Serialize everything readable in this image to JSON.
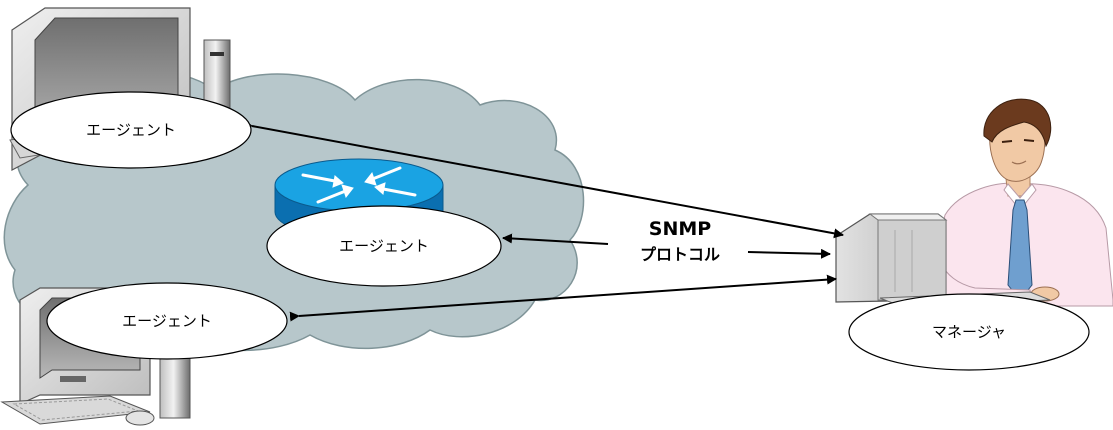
{
  "diagram": {
    "agent_top_label": "エージェント",
    "agent_router_label": "エージェント",
    "agent_bottom_label": "エージェント",
    "manager_label": "マネージャ",
    "protocol_line1": "SNMP",
    "protocol_line2": "プロトコル"
  },
  "colors": {
    "cloud": "#b7c7cb",
    "router_top": "#1aa3e3",
    "router_side": "#0b6fb0",
    "arrow": "#000000",
    "shirt": "#fbe5ee",
    "tie": "#6f9fcf",
    "skin": "#f1c9a5",
    "hair": "#6b3a1e"
  }
}
